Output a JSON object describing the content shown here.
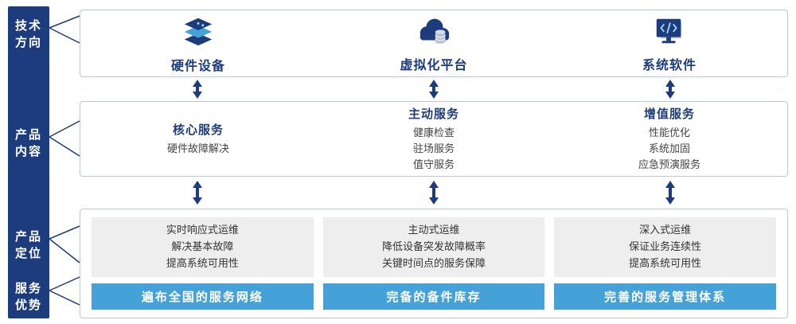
{
  "left_rail": {
    "labels": [
      {
        "line1": "技术",
        "line2": "方向"
      },
      {
        "line1": "产品",
        "line2": "内容"
      },
      {
        "line1": "产品",
        "line2": "定位"
      },
      {
        "line1": "服务",
        "line2": "优势"
      }
    ]
  },
  "tech_row": {
    "items": [
      {
        "icon": "server-stack-icon",
        "label": "硬件设备"
      },
      {
        "icon": "cloud-database-icon",
        "label": "虚拟化平台"
      },
      {
        "icon": "software-monitor-icon",
        "label": "系统软件"
      }
    ]
  },
  "content_row": {
    "columns": [
      {
        "title": "核心服务",
        "items": [
          "硬件故障解决"
        ]
      },
      {
        "title": "主动服务",
        "items": [
          "健康检查",
          "驻场服务",
          "值守服务"
        ]
      },
      {
        "title": "增值服务",
        "items": [
          "性能优化",
          "系统加固",
          "应急预演服务"
        ]
      }
    ]
  },
  "bottom_row": {
    "columns": [
      {
        "positioning": [
          "实时响应式运维",
          "解决基本故障",
          "提高系统可用性"
        ],
        "advantage": "遍布全国的服务网络"
      },
      {
        "positioning": [
          "主动式运维",
          "降低设备突发故障概率",
          "关键时间点的服务保障"
        ],
        "advantage": "完备的备件库存"
      },
      {
        "positioning": [
          "深入式运维",
          "保证业务连续性",
          "提高系统可用性"
        ],
        "advantage": "完善的服务管理体系"
      }
    ]
  },
  "colors": {
    "rail_navy": "#1d3c7e",
    "title_navy": "#1d3c7e",
    "banner_blue": "#45a2d9",
    "gray_box": "#eeeeee",
    "box_border": "#bcc7d8"
  }
}
